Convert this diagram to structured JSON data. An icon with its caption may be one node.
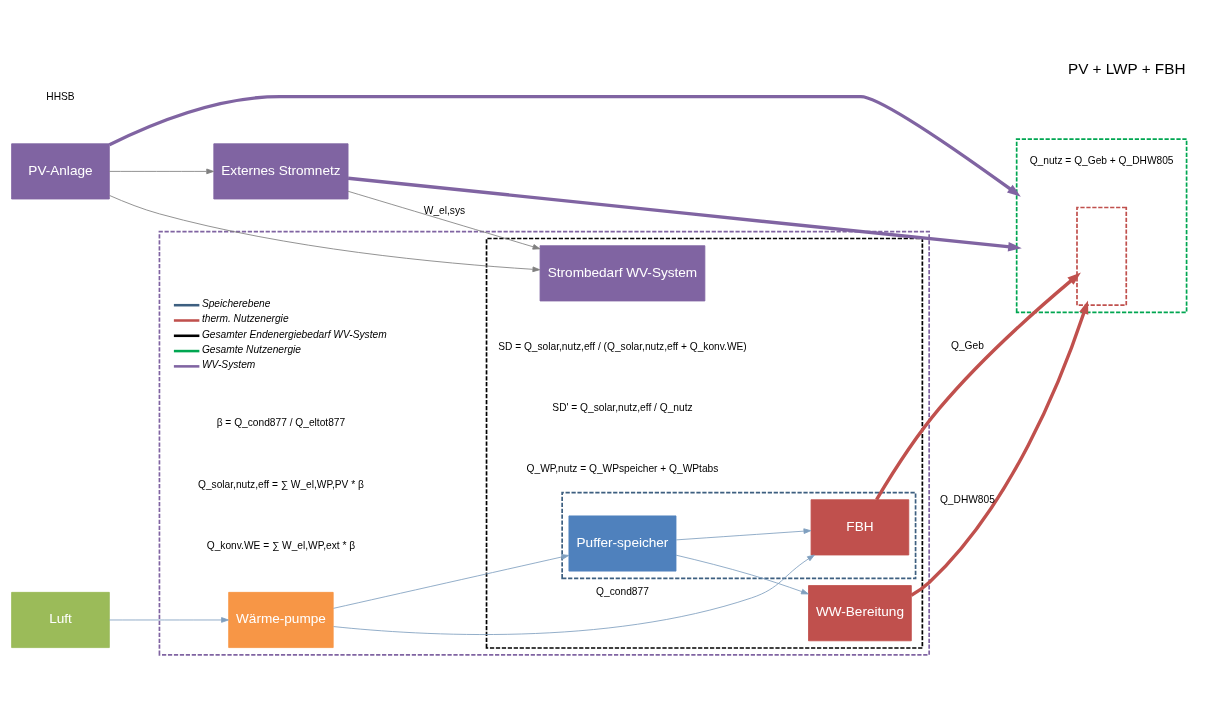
{
  "diagram": {
    "title": "PV + LWP + FBH",
    "nodes": [
      {
        "text": [],
        "shape": "box"
      },
      {
        "text": [],
        "shape": "box",
        "in": 0
      },
      {
        "text": [],
        "shape": "box",
        "in": 1
      },
      {
        "text": [
          "Puffer-speicher"
        ],
        "in": 2
      },
      {
        "text": [
          "FBH"
        ],
        "in": 2
      },
      {
        "text": [
          "WW-Bereitung"
        ],
        "in": 1
      },
      {
        "text": [
          "Strombedarf WV-System"
        ],
        "in": 1
      },
      {
        "text": [
          "Wärme-pumpe"
        ],
        "in": 0
      },
      {
        "text": [],
        "shape": "box"
      },
      {
        "text": [],
        "shape": "box",
        "in": 8
      },
      {
        "text": [
          "Luft"
        ]
      },
      {
        "text": [
          "PV-Anlage"
        ]
      },
      {
        "text": [
          "Externes Stromnetz"
        ]
      }
    ],
    "edges": [
      {
        "from": 10,
        "to": 7,
        "arrow": "to"
      },
      {
        "from": 7,
        "to": 3,
        "arrow": "to"
      },
      {
        "from": 7,
        "to": 4,
        "arrow": "to",
        "label": "Q_cond877"
      },
      {
        "from": 3,
        "to": 4,
        "arrow": "to"
      },
      {
        "from": 3,
        "to": 5,
        "arrow": "to"
      },
      {
        "from": 5,
        "to": 9,
        "arrow": "to",
        "label": "Q_DHW805",
        "style": "thick",
        "color": "#c0504d"
      },
      {
        "from": 4,
        "to": 9,
        "arrow": "to",
        "label": "Q_Geb",
        "style": "thick",
        "color": "#c0504d"
      },
      {
        "from": 11,
        "to": 6,
        "arrow": "to",
        "color": "#808080"
      },
      {
        "from": 12,
        "to": 6,
        "arrow": "to",
        "label": "W_el,sys",
        "color": "#808080"
      },
      {
        "from": 11,
        "to": 12,
        "arrow": "to",
        "color": "#808080"
      },
      {
        "from": 11,
        "to": 8,
        "arrow": "to",
        "style": "thick",
        "color": "#8064a2"
      },
      {
        "from": 12,
        "to": 8,
        "arrow": "to",
        "style": "thick",
        "color": "#8064a2"
      }
    ],
    "labels": [
      "β = Q_cond877 / Q_eltot877",
      "Q_solar,nutz,eff = ∑ W_el,WP,PV * β",
      "Q_konv.WE = ∑ W_el,WP,ext * β",
      "SD = Q_solar,nutz,eff / (Q_solar,nutz,eff + Q_konv.WE)",
      "SD' = Q_solar,nutz,eff / Q_nutz",
      "Q_WP,nutz = Q_WPspeicher + Q_WPtabs",
      "Q_nutz = Q_Geb + Q_DHW805",
      "HHSB"
    ],
    "legend": [
      {
        "text": "Speicherebene"
      },
      {
        "text": "therm. Nutzenergie"
      },
      {
        "text": "Gesamter Endenergiebedarf WV-System"
      },
      {
        "text": "Gesamte Nutzenergie"
      },
      {
        "text": "WV-System"
      }
    ]
  }
}
